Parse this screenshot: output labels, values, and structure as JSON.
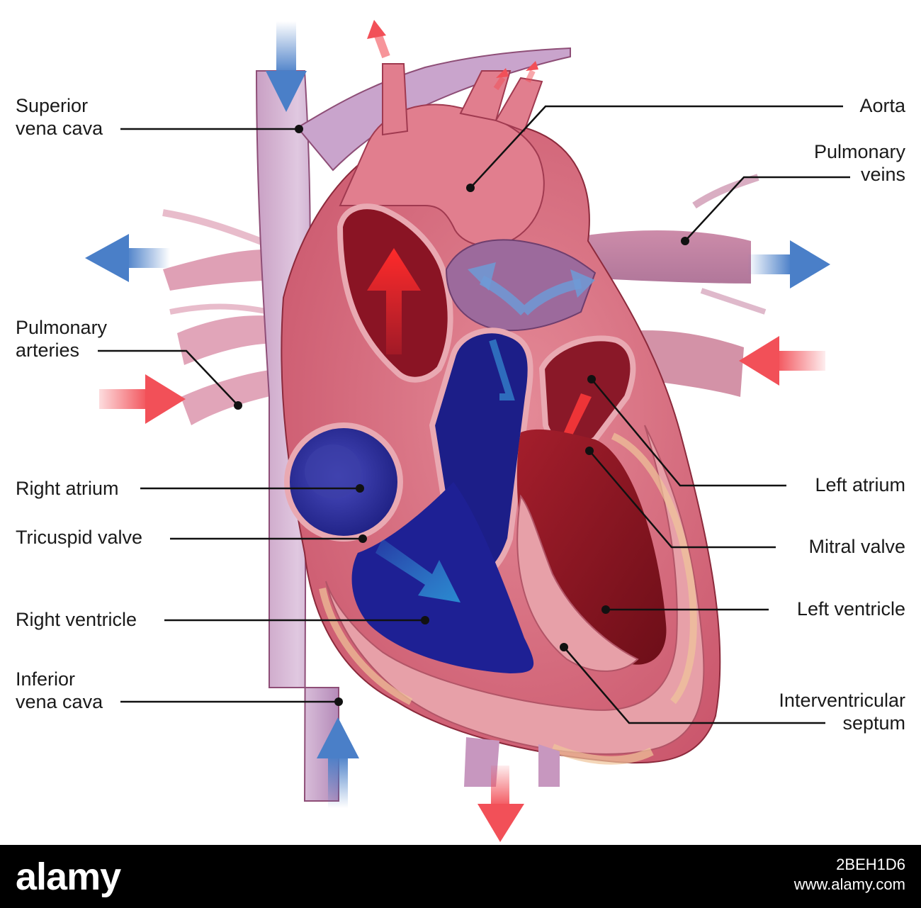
{
  "labels": {
    "superior_vena_cava": [
      "Superior",
      "vena cava"
    ],
    "pulmonary_arteries": [
      "Pulmonary",
      "arteries"
    ],
    "right_atrium": [
      "Right atrium"
    ],
    "tricuspid_valve": [
      "Tricuspid valve"
    ],
    "right_ventricle": [
      "Right ventricle"
    ],
    "inferior_vena_cava": [
      "Inferior",
      "vena cava"
    ],
    "aorta": [
      "Aorta"
    ],
    "pulmonary_veins": [
      "Pulmonary",
      "veins"
    ],
    "left_atrium": [
      "Left atrium"
    ],
    "mitral_valve": [
      "Mitral valve"
    ],
    "left_ventricle": [
      "Left ventricle"
    ],
    "interventricular_septum": [
      "Interventricular",
      "septum"
    ]
  },
  "footer": {
    "logo": "alamy",
    "image_id": "2BEH1D6",
    "site": "www.alamy.com"
  },
  "colors": {
    "oxygenated": "#e8434a",
    "deoxygenated": "#4a7fc8",
    "tissue": "#d9707f",
    "right_chambers": "#2a2c9a",
    "left_chambers": "#8a1620",
    "muscle": "#e7a0a8"
  }
}
